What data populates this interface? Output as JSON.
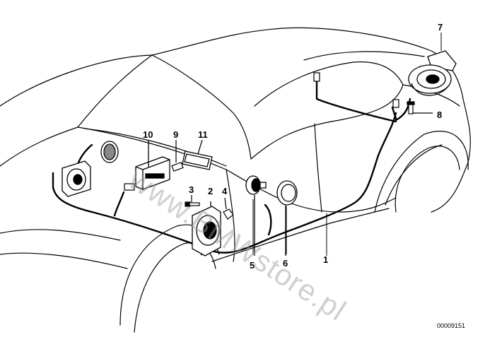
{
  "callouts": {
    "c1": "1",
    "c2": "2",
    "c3": "3",
    "c4": "4",
    "c5": "5",
    "c6": "6",
    "c7": "7",
    "c8": "8",
    "c9": "9",
    "c10": "10",
    "c11": "11"
  },
  "watermark": "www.BMWstore.pl",
  "diagram_code": "00009151"
}
